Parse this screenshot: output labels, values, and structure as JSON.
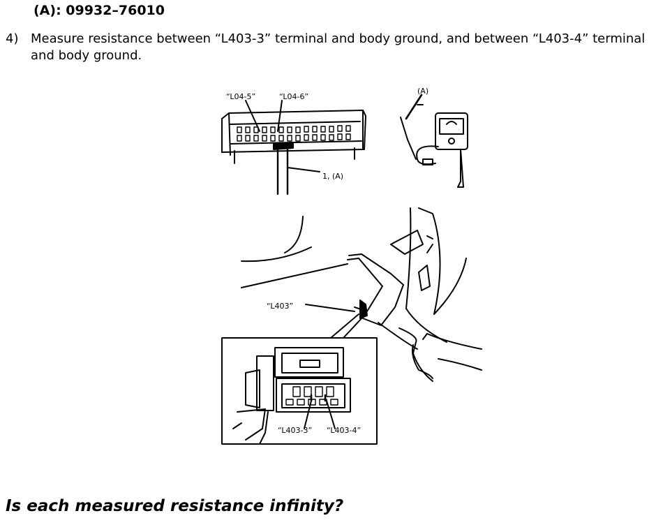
{
  "header": {
    "tool_line": "(A): 09932–76010"
  },
  "step": {
    "number": "4)",
    "text": "Measure resistance between “L403-3” terminal and body ground, and between “L403-4” terminal and body ground."
  },
  "figure": {
    "labels": {
      "l04_5": "“L04-5”",
      "l04_6": "“L04-6”",
      "tool_a": "(A)",
      "probe_1a": "1, (A)",
      "l403": "“L403”",
      "l403_3": "“L403-3”",
      "l403_4": "“L403-4”"
    }
  },
  "question": {
    "text": "Is each measured resistance infinity?"
  }
}
